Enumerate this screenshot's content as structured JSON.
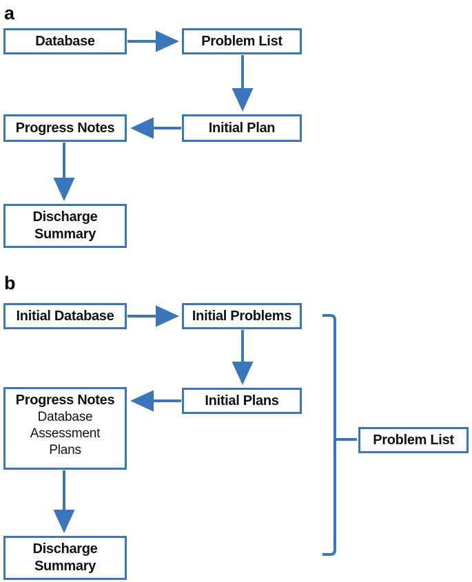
{
  "figure": {
    "background_color": "#ffffff",
    "accent_color": "#3a76bd",
    "text_color": "#111111"
  },
  "panels": [
    {
      "label": "a",
      "nodes": [
        {
          "id": "a-database",
          "title": "Database",
          "lines": []
        },
        {
          "id": "a-problem-list",
          "title": "Problem List",
          "lines": []
        },
        {
          "id": "a-progress-notes",
          "title": "Progress Notes",
          "lines": []
        },
        {
          "id": "a-initial-plan",
          "title": "Initial Plan",
          "lines": []
        },
        {
          "id": "a-discharge-summary",
          "title": "Discharge\nSummary",
          "title_line_1": "Discharge",
          "title_line_2": "Summary",
          "lines": []
        }
      ],
      "edges": [
        {
          "from": "a-database",
          "to": "a-problem-list",
          "direction": "right"
        },
        {
          "from": "a-problem-list",
          "to": "a-initial-plan",
          "direction": "down"
        },
        {
          "from": "a-initial-plan",
          "to": "a-progress-notes",
          "direction": "left"
        },
        {
          "from": "a-progress-notes",
          "to": "a-discharge-summary",
          "direction": "down"
        }
      ]
    },
    {
      "label": "b",
      "nodes": [
        {
          "id": "b-initial-database",
          "title": "Initial Database",
          "lines": []
        },
        {
          "id": "b-initial-problems",
          "title": "Initial Problems",
          "lines": []
        },
        {
          "id": "b-progress-notes",
          "title": "Progress Notes",
          "lines": [
            "Database",
            "Assessment",
            "Plans"
          ]
        },
        {
          "id": "b-initial-plans",
          "title": "Initial Plans",
          "lines": []
        },
        {
          "id": "b-discharge-summary",
          "title_line_1": "Discharge",
          "title_line_2": "Summary",
          "lines": []
        },
        {
          "id": "b-problem-list",
          "title": "Problem List",
          "lines": []
        }
      ],
      "edges": [
        {
          "from": "b-initial-database",
          "to": "b-initial-problems",
          "direction": "right"
        },
        {
          "from": "b-initial-problems",
          "to": "b-initial-plans",
          "direction": "down"
        },
        {
          "from": "b-initial-plans",
          "to": "b-progress-notes",
          "direction": "left"
        },
        {
          "from": "b-progress-notes",
          "to": "b-discharge-summary",
          "direction": "down"
        },
        {
          "from": "b-bracket",
          "to": "b-problem-list",
          "direction": "right",
          "style": "brace"
        }
      ]
    }
  ],
  "labels": {
    "panel_a": "a",
    "panel_b": "b",
    "a_database": "Database",
    "a_problem_list": "Problem List",
    "a_progress_notes": "Progress Notes",
    "a_initial_plan": "Initial Plan",
    "a_discharge_line1": "Discharge",
    "a_discharge_line2": "Summary",
    "b_initial_database": "Initial Database",
    "b_initial_problems": "Initial Problems",
    "b_progress_notes": "Progress Notes",
    "b_progress_sub1": "Database",
    "b_progress_sub2": "Assessment",
    "b_progress_sub3": "Plans",
    "b_initial_plans": "Initial Plans",
    "b_discharge_line1": "Discharge",
    "b_discharge_line2": "Summary",
    "b_problem_list": "Problem List"
  }
}
